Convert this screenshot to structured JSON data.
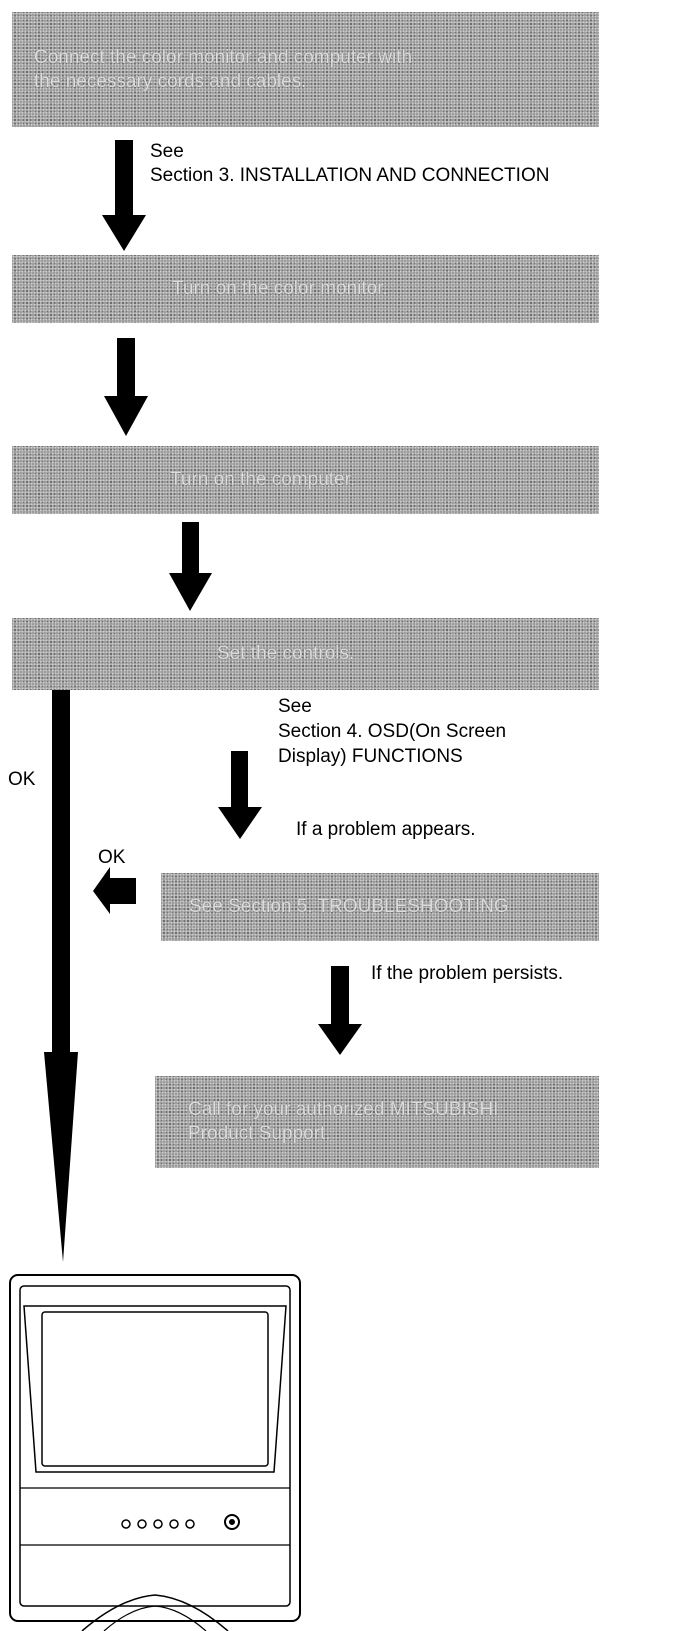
{
  "steps": [
    {
      "line1": "Connect the color monitor and computer with",
      "line2": "the necessary cords and cables."
    },
    {
      "text": "Turn on the color monitor."
    },
    {
      "text": "Turn on the computer."
    },
    {
      "text": "Set the controls."
    },
    {
      "text": "See Section 5. TROUBLESHOOTING"
    },
    {
      "line1": "Call for your authorized MITSUBISHI",
      "line2": "Product Support."
    }
  ],
  "labels": {
    "see": "See",
    "see_section3": "Section 3. INSTALLATION AND CONNECTION",
    "see_section4_line1": "Section 4. OSD(On Screen",
    "see_section4_line2": "Display) FUNCTIONS",
    "ok": "OK",
    "if_problem_appears": "If a problem appears.",
    "if_problem_persists": "If the problem persists."
  }
}
